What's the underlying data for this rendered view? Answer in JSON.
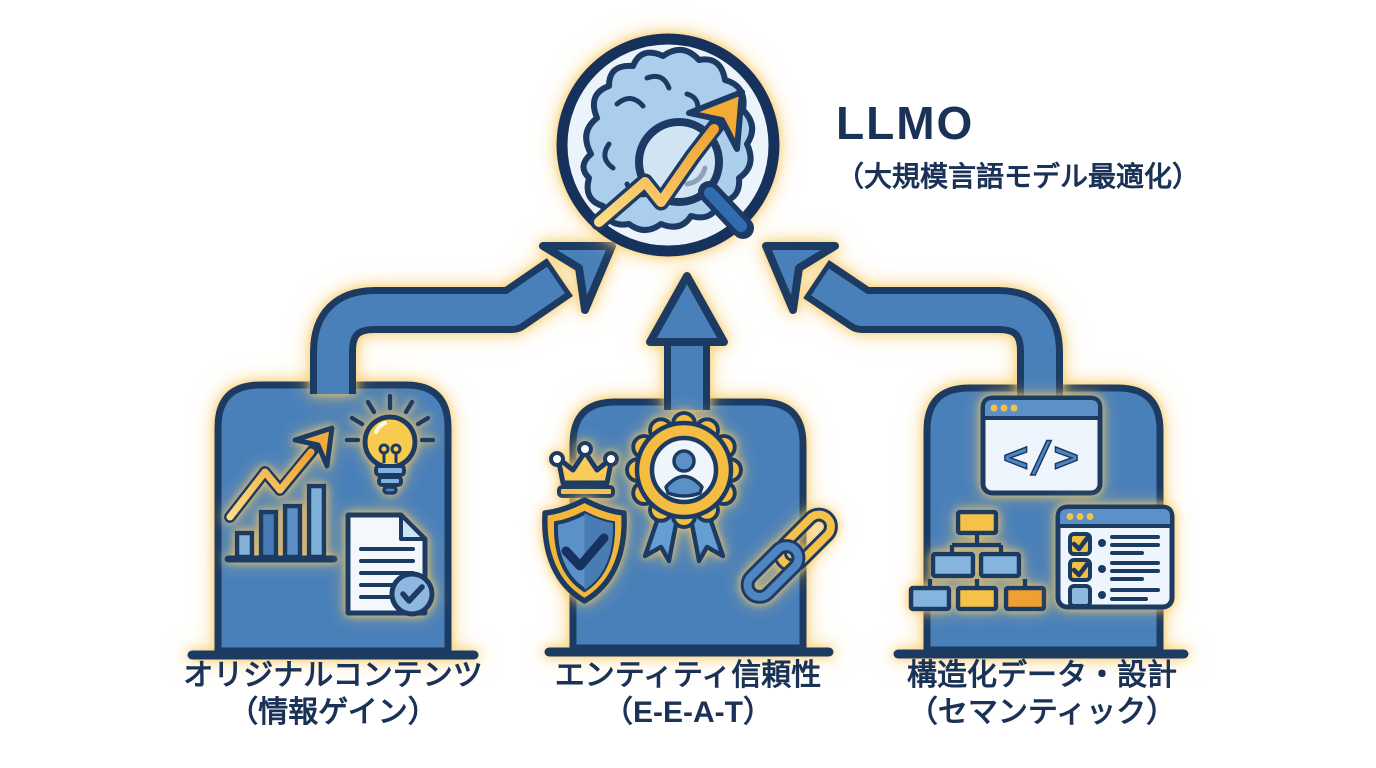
{
  "diagram": {
    "type": "llmo-infographic",
    "title": "LLMO",
    "subtitle": "（大規模言語モデル最適化）",
    "center_icon": "brain-magnifier-growth-icon",
    "pillars": [
      {
        "id": "original-content",
        "label_line1": "オリジナルコンテンツ",
        "label_line2": "（情報ゲイン）",
        "icons": [
          "growth-chart-icon",
          "lightbulb-icon",
          "document-check-icon"
        ]
      },
      {
        "id": "entity-trust",
        "label_line1": "エンティティ信頼性",
        "label_line2": "（E-E-A-T）",
        "icons": [
          "crown-icon",
          "award-badge-icon",
          "shield-check-icon",
          "chain-link-icon"
        ]
      },
      {
        "id": "structured-data",
        "label_line1": "構造化データ・設計",
        "label_line2": "（セマンティック）",
        "code_symbol": "</>",
        "icons": [
          "code-window-icon",
          "sitemap-icon",
          "checklist-window-icon"
        ]
      }
    ],
    "colors": {
      "background": "#ffffff",
      "navy_outline": "#1c3a64",
      "navy_text": "#1b3257",
      "box_blue": "#4a80ba",
      "medium_blue": "#5b91c8",
      "light_blue": "#85b4de",
      "pale_blue": "#eef5fc",
      "yellow": "#f6c14a",
      "orange": "#f0a032",
      "glow": "#f8c963"
    }
  }
}
